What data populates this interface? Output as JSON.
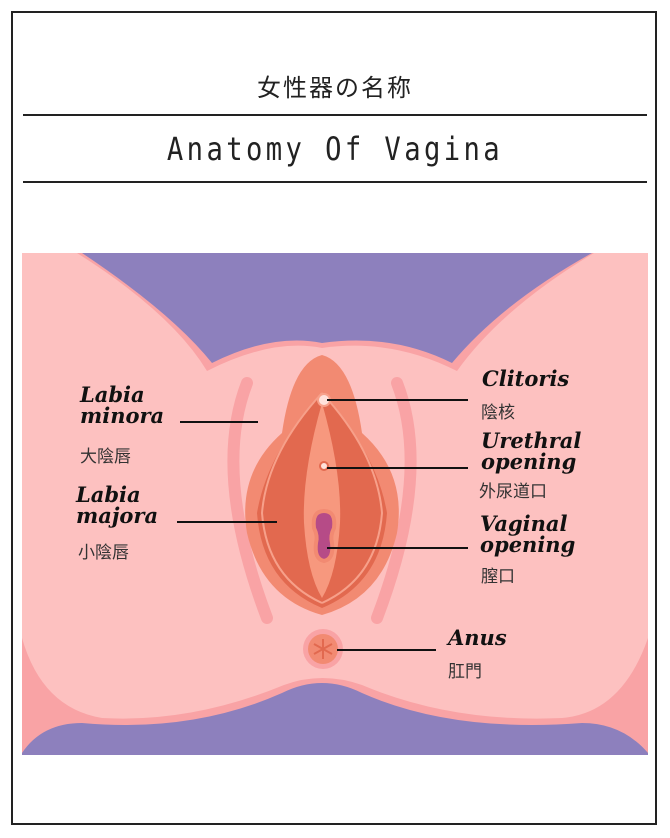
{
  "title_jp": "女性器の名称",
  "title_en": "Anatomy Of Vagina",
  "labels": {
    "labia_minora": {
      "en1": "Labia",
      "en2": "minora",
      "jp": "大陰唇"
    },
    "labia_majora": {
      "en1": "Labia",
      "en2": "majora",
      "jp": "小陰唇"
    },
    "clitoris": {
      "en1": "Clitoris",
      "jp": "陰核"
    },
    "urethral_opening": {
      "en1": "Urethral",
      "en2": "opening",
      "jp": "外尿道口"
    },
    "vaginal_opening": {
      "en1": "Vaginal",
      "en2": "opening",
      "jp": "膣口"
    },
    "anus": {
      "en1": "Anus",
      "jp": "肛門"
    }
  },
  "colors": {
    "background": "#8d80bd",
    "skin": "#fdc1c0",
    "skin_shadow": "#f9a3a5",
    "coral": "#f28a72",
    "dark_coral": "#e2694f",
    "opening": "#b64b87"
  }
}
